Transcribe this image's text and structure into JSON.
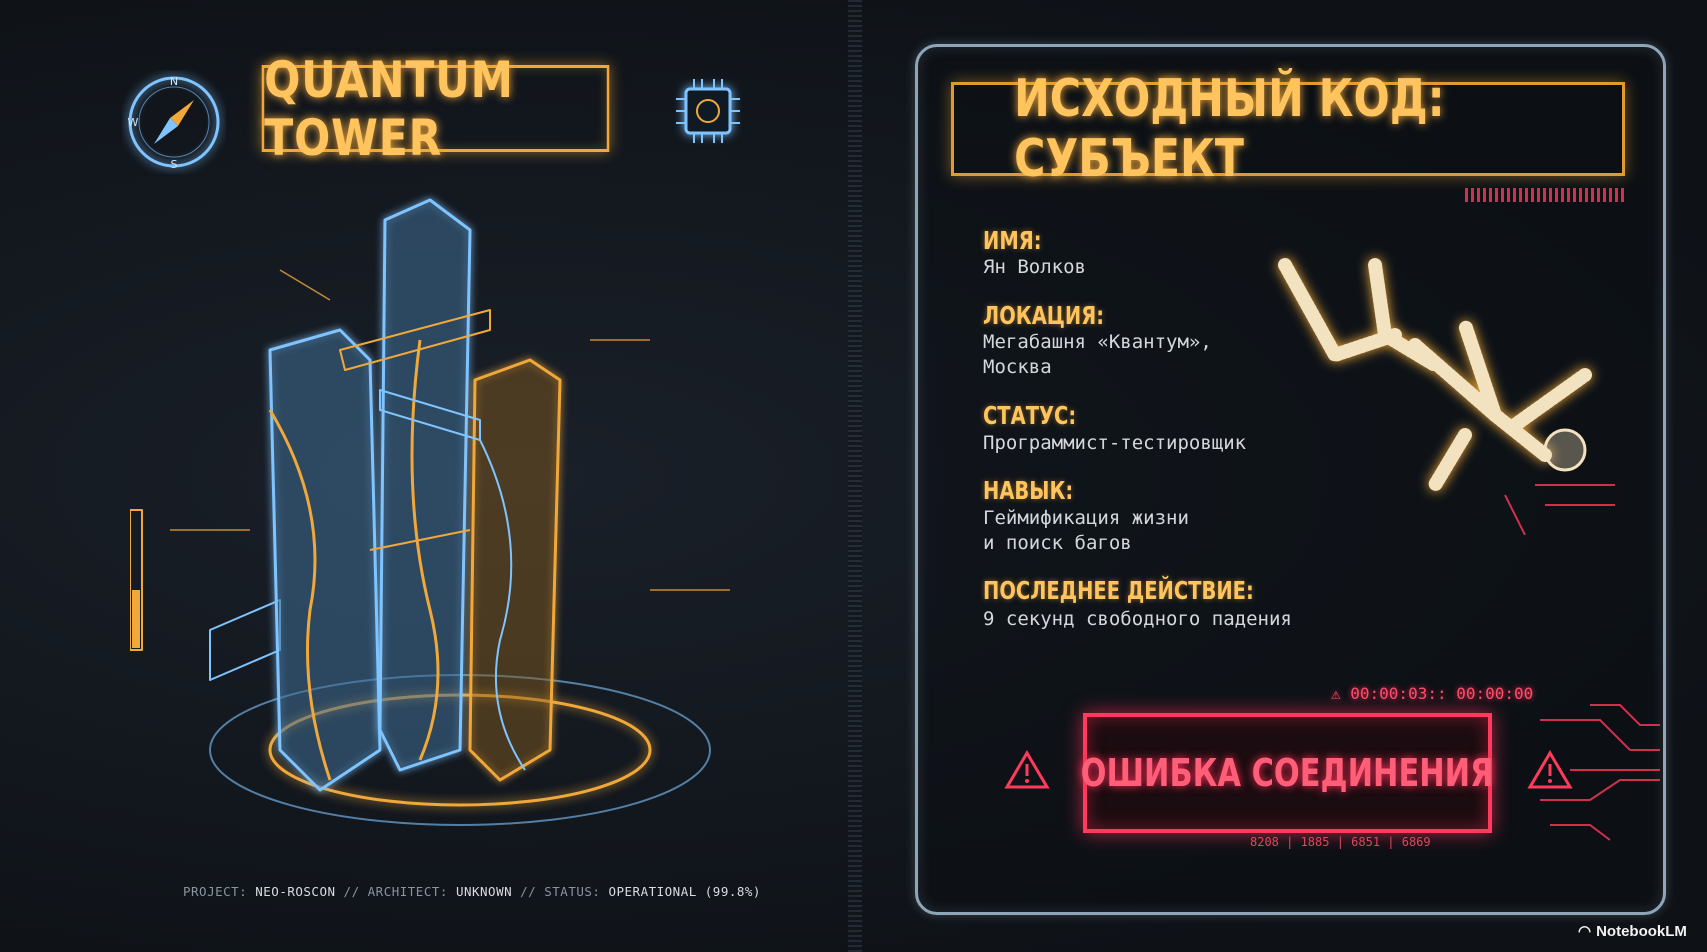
{
  "left_panel": {
    "title": "QUANTUM TOWER",
    "compass_letters": {
      "north": "N",
      "south": "S",
      "west": "W"
    },
    "footer": {
      "project_label": "PROJECT:",
      "project_value": "NEO-ROSCON",
      "architect_label": "ARCHITECT:",
      "architect_value": "UNKNOWN",
      "status_label": "STATUS:",
      "status_value": "OPERATIONAL (99.8%)",
      "separator": "//"
    },
    "icons": [
      "compass-icon",
      "chip-icon",
      "tower-blueprint"
    ]
  },
  "right_panel": {
    "title": "ИСХОДНЫЙ КОД: СУБЪЕКТ",
    "fields": [
      {
        "label": "ИМЯ:",
        "lines": [
          "Ян Волков"
        ]
      },
      {
        "label": "ЛОКАЦИЯ:",
        "lines": [
          "Мегабашня «Квантум»,",
          "Москва"
        ]
      },
      {
        "label": "СТАТУС:",
        "lines": [
          "Программист-тестировщик"
        ]
      },
      {
        "label": "НАВЫК:",
        "lines": [
          "Геймификация жизни",
          "и поиск багов"
        ]
      },
      {
        "label": "ПОСЛЕДНЕЕ ДЕЙСТВИЕ:",
        "lines": [
          "9 секунд свободного падения"
        ]
      }
    ],
    "timer": "00:00:03:: 00:00:00",
    "error": "ОШИБКА СОЕДИНЕНИЯ",
    "error_code": "8208 | 1885 | 6851 | 6869"
  },
  "brand": "NotebookLM",
  "colors": {
    "amber": "#ffc45e",
    "red": "#ff3a5c",
    "blue": "#7fc4ff",
    "frame": "#8fa6b8"
  }
}
